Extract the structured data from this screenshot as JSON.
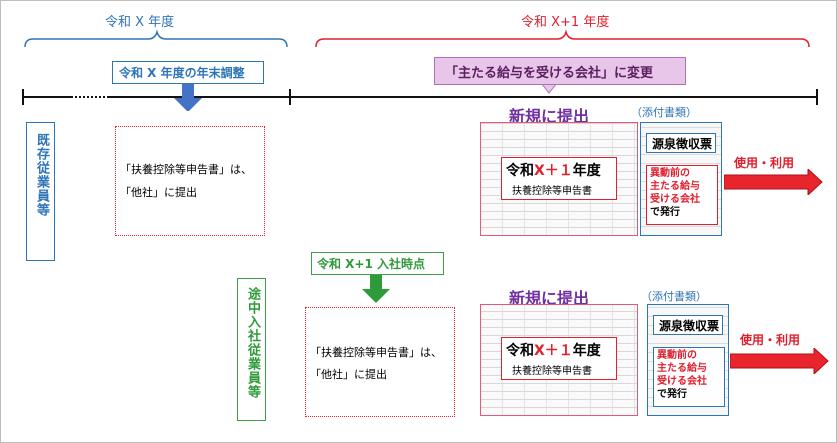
{
  "period_left": "令和 X 年度",
  "period_right": "令和 X+1 年度",
  "year_end_adjustment": "令和 X 年度の年末調整",
  "company_change": "「主たる給与を受ける会社」に変更",
  "join_point": "令和 X+1 入社時点",
  "group_existing": "既存従業員等",
  "group_midyear": "途中入社従業員等",
  "note_line1": "「扶養控除等申告書」は、",
  "note_line2": "「他社」に提出",
  "new_submission": "新規に提出",
  "attachments_label": "（添付書類）",
  "form_title_prefix": "令和",
  "form_title_year": "X＋１",
  "form_title_suffix": "年度",
  "form_subtitle": "扶養控除等申告書",
  "withholding_slip": "源泉徴収票",
  "prev_employer_line1": "異動前の",
  "prev_employer_line2": "主たる給与",
  "prev_employer_line3": "受ける会社",
  "prev_employer_line4": "で発行",
  "use_label": "使用・利用",
  "colors": {
    "blue": "#2e75b6",
    "red": "#e0202e",
    "green": "#2e9a3a",
    "purple": "#7030a0",
    "purple_box": "#e8c6ea",
    "arrow_red": "#e8242c"
  }
}
